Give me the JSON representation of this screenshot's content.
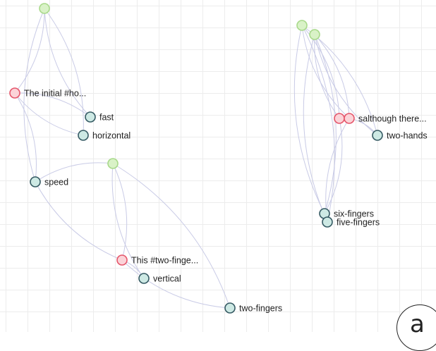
{
  "colors": {
    "root": {
      "fill": "#d9f2c7",
      "stroke": "#a8d98a"
    },
    "post": {
      "fill": "#fbd3d8",
      "stroke": "#e5566b"
    },
    "tag": {
      "fill": "#cde9e4",
      "stroke": "#355a63"
    },
    "edge": "#c9cbe6"
  },
  "nodes": [
    {
      "id": "r1",
      "type": "root",
      "label": ""
    },
    {
      "id": "p1",
      "type": "post",
      "label": "The initial #ho..."
    },
    {
      "id": "t_fast",
      "type": "tag",
      "label": "fast"
    },
    {
      "id": "t_horizontal",
      "type": "tag",
      "label": "horizontal"
    },
    {
      "id": "t_speed",
      "type": "tag",
      "label": "speed"
    },
    {
      "id": "r2",
      "type": "root",
      "label": ""
    },
    {
      "id": "p2",
      "type": "post",
      "label": "This #two-finge..."
    },
    {
      "id": "t_vertical",
      "type": "tag",
      "label": "vertical"
    },
    {
      "id": "t_twofingers",
      "type": "tag",
      "label": "two-fingers"
    },
    {
      "id": "r3",
      "type": "root",
      "label": ""
    },
    {
      "id": "r4",
      "type": "root",
      "label": ""
    },
    {
      "id": "p3",
      "type": "post",
      "label": ""
    },
    {
      "id": "p4",
      "type": "post",
      "label": "salthough there..."
    },
    {
      "id": "t_twohands",
      "type": "tag",
      "label": "two-hands"
    },
    {
      "id": "t_sixfingers",
      "type": "tag",
      "label": "six-fingers"
    },
    {
      "id": "t_fivefingers",
      "type": "tag",
      "label": "five-fingers"
    }
  ],
  "edges": [
    [
      "r1",
      "p1"
    ],
    [
      "r1",
      "t_fast"
    ],
    [
      "r1",
      "t_horizontal"
    ],
    [
      "r1",
      "t_speed"
    ],
    [
      "p1",
      "t_fast"
    ],
    [
      "p1",
      "t_horizontal"
    ],
    [
      "p1",
      "t_speed"
    ],
    [
      "r2",
      "t_speed"
    ],
    [
      "r2",
      "p2"
    ],
    [
      "r2",
      "t_vertical"
    ],
    [
      "r2",
      "t_twofingers"
    ],
    [
      "t_speed",
      "p2"
    ],
    [
      "p2",
      "t_vertical"
    ],
    [
      "p2",
      "t_twofingers"
    ],
    [
      "r3",
      "p3"
    ],
    [
      "r3",
      "p4"
    ],
    [
      "r3",
      "t_twohands"
    ],
    [
      "r3",
      "t_sixfingers"
    ],
    [
      "r3",
      "t_fivefingers"
    ],
    [
      "r4",
      "p3"
    ],
    [
      "r4",
      "p4"
    ],
    [
      "r4",
      "t_twohands"
    ],
    [
      "r4",
      "t_sixfingers"
    ],
    [
      "r4",
      "t_fivefingers"
    ],
    [
      "p3",
      "t_sixfingers"
    ],
    [
      "p4",
      "t_fivefingers"
    ],
    [
      "p4",
      "t_twohands"
    ]
  ],
  "corner_badge": "a"
}
